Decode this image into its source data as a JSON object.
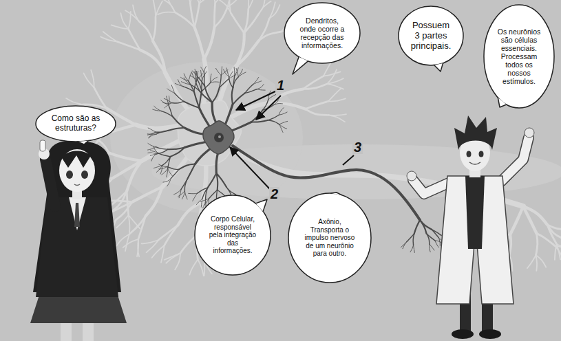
{
  "diagram": {
    "nodes": [
      {
        "text": [
          "Dendritos, onde ocorre a recepção das informações."
        ]
      },
      {
        "text": [
          "Possuem 3 partes principais."
        ]
      },
      {
        "text": [
          "Os neurônios são células essenciais. Processam todos os nossos estímulos."
        ]
      },
      {
        "text": [
          "Como são as estruturas?"
        ]
      },
      {
        "text": [
          "Corpo Celular, responsável pela integração das informações."
        ]
      },
      {
        "text": [
          "Axônio, Transporta o impulso nervoso de um neurônio para outro."
        ]
      }
    ],
    "labels": [
      "1",
      "2",
      "3"
    ]
  }
}
